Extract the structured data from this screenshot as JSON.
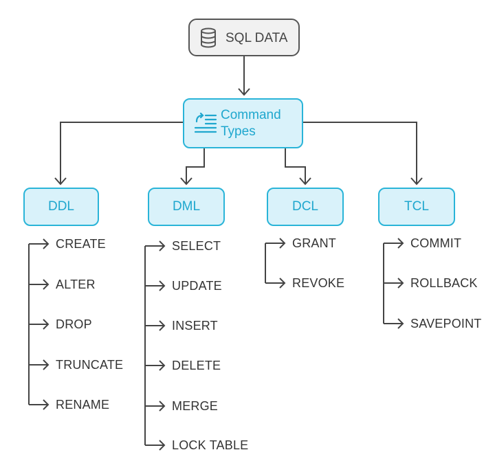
{
  "root": {
    "label": "SQL DATA",
    "icon": "database-icon"
  },
  "command_types": {
    "label": "Command Types",
    "icon": "command-list-icon"
  },
  "categories": [
    {
      "label": "DDL",
      "items": [
        "CREATE",
        "ALTER",
        "DROP",
        "TRUNCATE",
        "RENAME"
      ]
    },
    {
      "label": "DML",
      "items": [
        "SELECT",
        "UPDATE",
        "INSERT",
        "DELETE",
        "MERGE",
        "LOCK TABLE"
      ]
    },
    {
      "label": "DCL",
      "items": [
        "GRANT",
        "REVOKE"
      ]
    },
    {
      "label": "TCL",
      "items": [
        "COMMIT",
        "ROLLBACK",
        "SAVEPOINT"
      ]
    }
  ],
  "colors": {
    "accent": "#29b4d8",
    "accent_fill": "#d9f2fa",
    "accent_text": "#1fa7ce",
    "root_border": "#555555",
    "root_fill": "#f1f1f1",
    "connector": "#444444"
  }
}
